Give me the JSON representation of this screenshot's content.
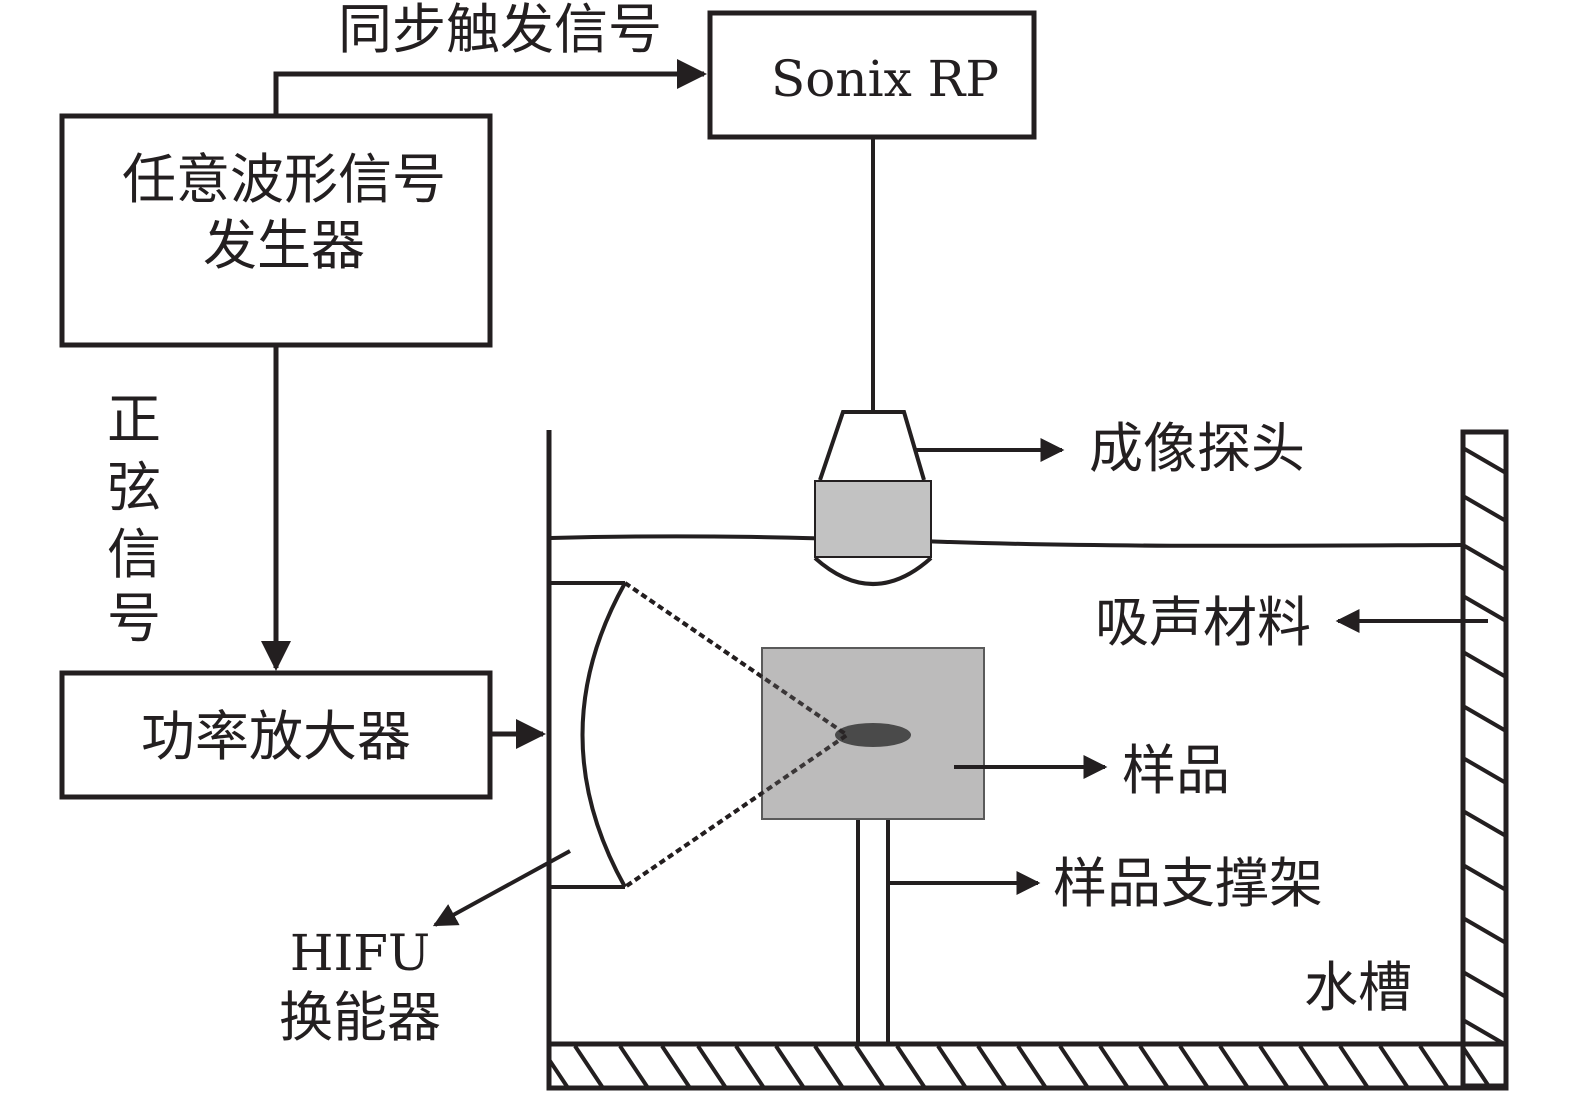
{
  "diagram": {
    "title": "HIFU experimental setup",
    "colors": {
      "ink": "#231f20",
      "sample_fill": "#bcbbbb",
      "probe_fill": "#c2c2c2",
      "lesion_fill": "#4a4a4a",
      "background": "#ffffff"
    },
    "nodes": {
      "awg": {
        "line1": "任意波形信号",
        "line2": "发生器"
      },
      "sonix": {
        "label": "Sonix RP"
      },
      "amplifier": {
        "label": "功率放大器"
      }
    },
    "edges": {
      "sync_trigger": {
        "label": "同步触发信号",
        "from": "awg",
        "to": "sonix"
      },
      "sine_signal": {
        "label_chars": [
          "正",
          "弦",
          "信",
          "号"
        ],
        "from": "awg",
        "to": "amplifier"
      },
      "drive": {
        "from": "amplifier",
        "to": "hifu_transducer"
      },
      "probe_cable": {
        "from": "sonix",
        "to": "imaging_probe"
      }
    },
    "callouts": {
      "imaging_probe": "成像探头",
      "absorber": "吸声材料",
      "sample": "样品",
      "sample_holder": "样品支撑架",
      "tank": "水槽",
      "hifu_line1": "HIFU",
      "hifu_line2": "换能器"
    }
  }
}
